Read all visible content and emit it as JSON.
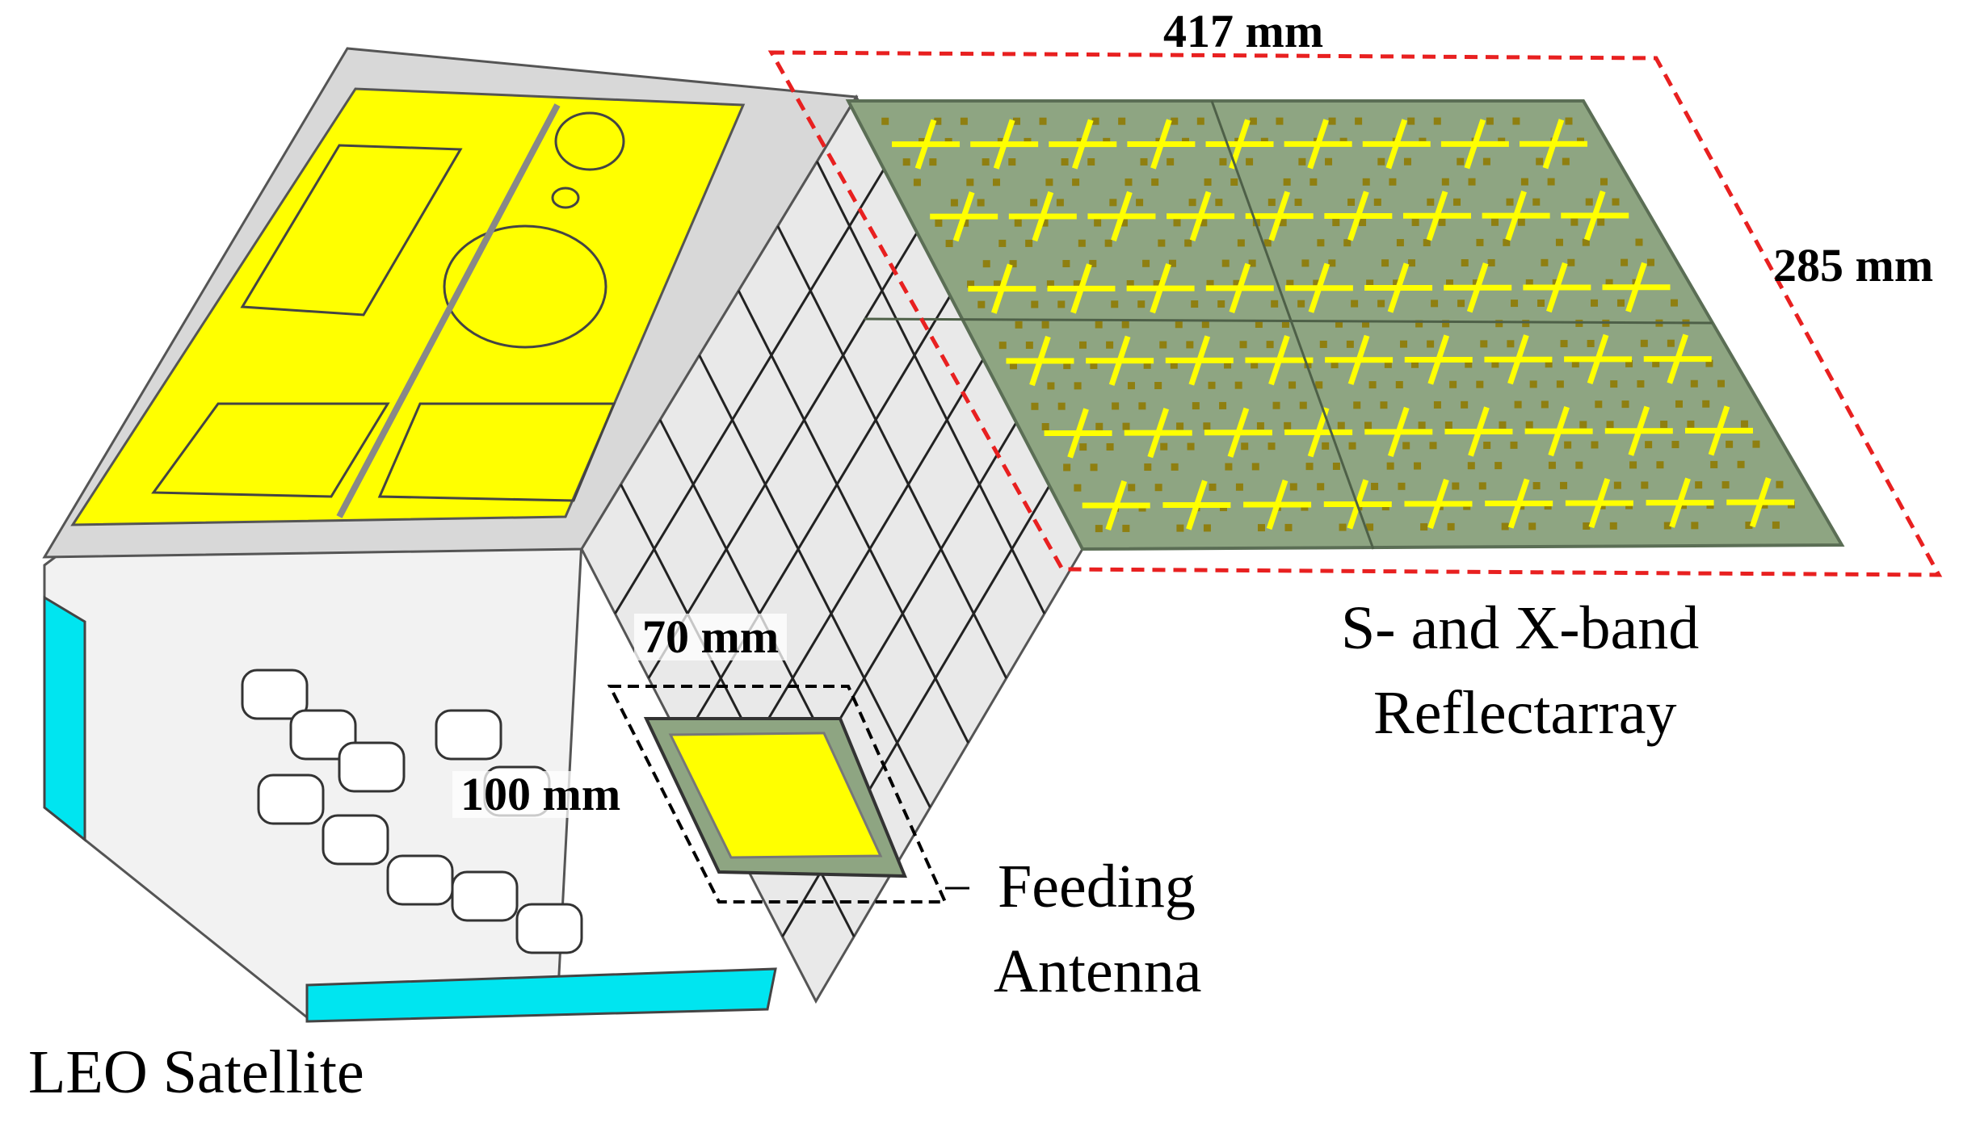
{
  "labels": {
    "satellite": "LEO Satellite",
    "reflectarray_line1": "S- and X-band",
    "reflectarray_line2": "Reflectarray",
    "feed_line1": "Feeding",
    "feed_line2": "Antenna"
  },
  "dimensions": {
    "reflectarray_width": "417 mm",
    "reflectarray_height": "285 mm",
    "feed_width": "70 mm",
    "feed_height": "100 mm"
  },
  "colors": {
    "panel_yellow": "#ffff00",
    "frame_gray": "#d8d8d8",
    "rail_cyan": "#00e5f0",
    "pcb_green": "#8ea582",
    "patch_gold": "#8f7f10",
    "dash_red": "#e82020",
    "dash_black": "#000000",
    "cell_gray": "#e9e9e9"
  }
}
